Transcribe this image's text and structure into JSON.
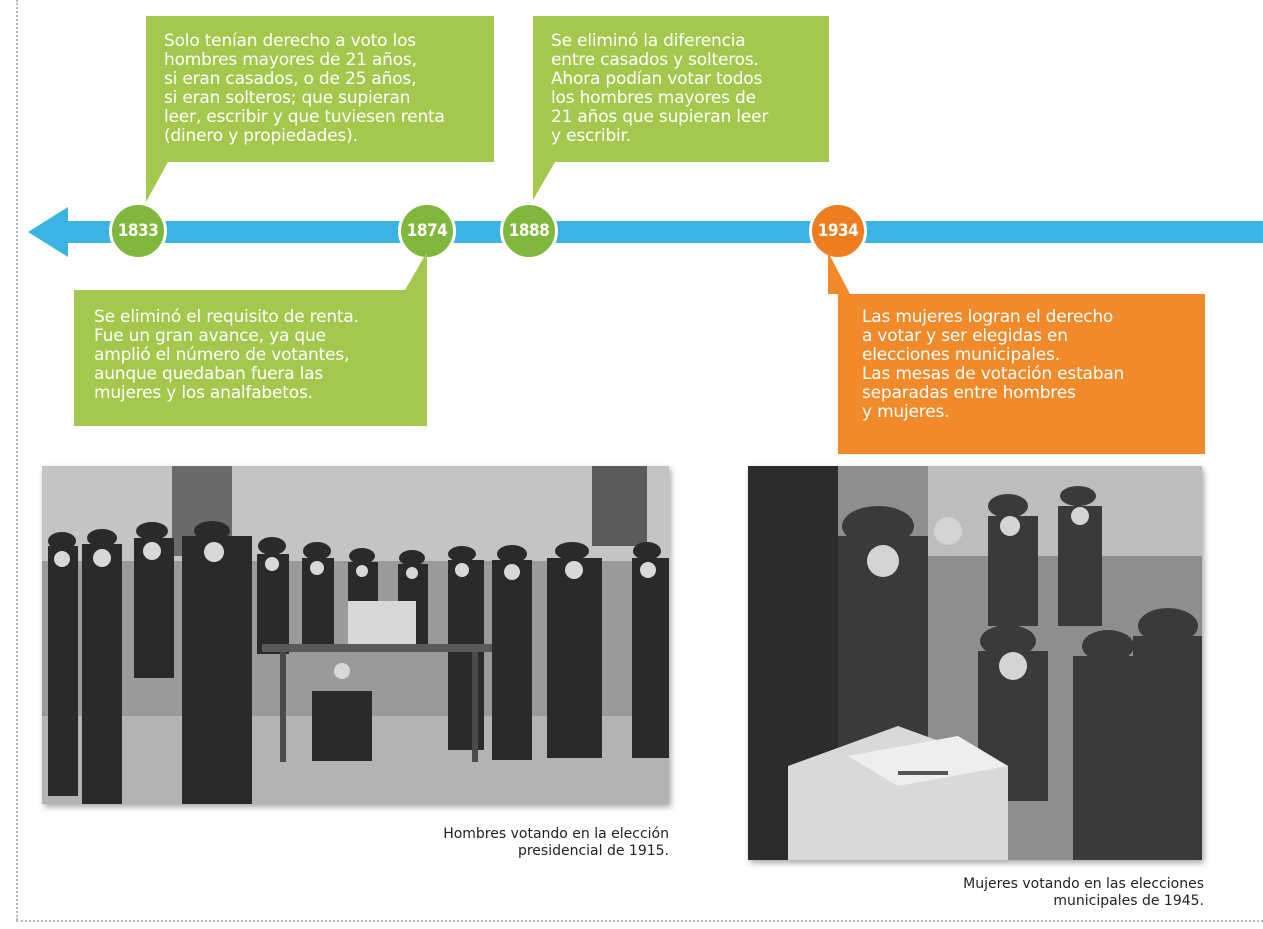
{
  "timeline": {
    "years": [
      {
        "year": "1833",
        "color": "#7fb83c"
      },
      {
        "year": "1874",
        "color": "#7fb83c"
      },
      {
        "year": "1888",
        "color": "#7fb83c"
      },
      {
        "year": "1934",
        "color": "#ee7d1f"
      }
    ],
    "arrow_color": "#3db3e3"
  },
  "events": {
    "e1833": "Solo tenían derecho a voto los\nhombres mayores de 21 años,\nsi eran casados, o de 25 años,\nsi eran solteros; que supieran\nleer, escribir y que tuviesen renta\n(dinero y propiedades).",
    "e1874": "Se eliminó el requisito de renta.\nFue un gran avance, ya que\namplió el número de votantes,\naunque quedaban fuera las\nmujeres y los analfabetos.",
    "e1888": "Se eliminó la diferencia\nentre casados y solteros.\nAhora podían votar todos\nlos hombres mayores de\n21 años que supieran leer\ny escribir.",
    "e1934": "Las mujeres logran el derecho\na votar y ser elegidas en\nelecciones municipales.\nLas mesas de votación estaban\nseparadas entre hombres\ny mujeres."
  },
  "photos": {
    "men_caption": "Hombres votando en la elección\npresidencial de 1915.",
    "women_caption": "Mujeres votando en las elecciones\nmunicipales de 1945."
  },
  "colors": {
    "green_box": "#a3c84d",
    "orange_box": "#f08a2a"
  }
}
